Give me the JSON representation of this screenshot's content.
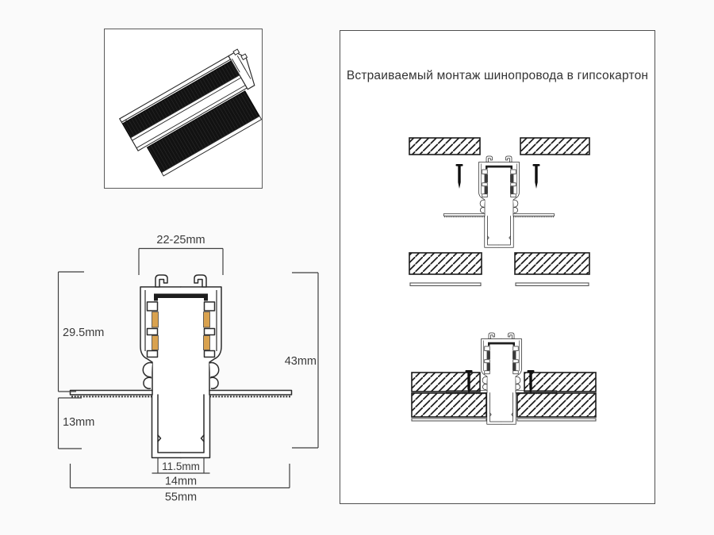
{
  "colors": {
    "background": "#fafafa",
    "line": "#2b2b2b",
    "copper_contact": "#d9a24f",
    "panel_border": "#4f4f4f"
  },
  "cross_section": {
    "labels": {
      "top_width": "22-25mm",
      "upper_height": "29.5mm",
      "overall_height": "43mm",
      "lower_height": "13mm",
      "inner_width": "11.5mm",
      "channel_width": "14mm",
      "overall_width": "55mm"
    }
  },
  "panel": {
    "title": "Встраиваемый монтаж шинопровода в гипсокартон"
  }
}
